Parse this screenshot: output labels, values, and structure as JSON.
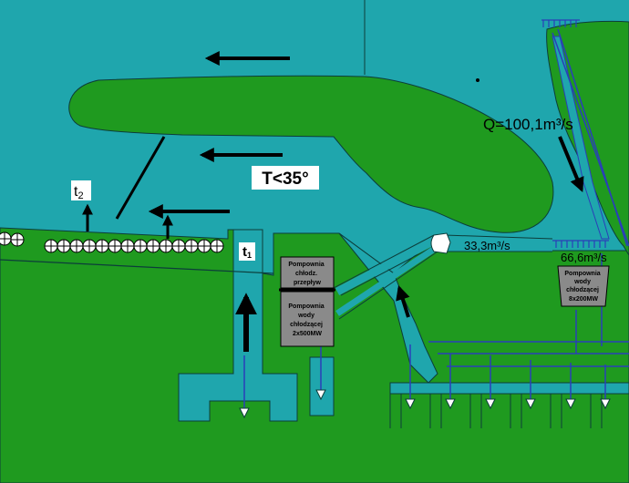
{
  "colors": {
    "water": "#1fa6ad",
    "land": "#1f9a1f",
    "land_dark": "#18881a",
    "outline": "#0c3d3a",
    "pump_box": "#8a8a8a",
    "arrow": "#000000",
    "pipe": "#2a3fb8",
    "label_bg": "#ffffff"
  },
  "labels": {
    "temperature": "T<35°",
    "flow_total": "Q=100,1m³/s",
    "flow_left": "33,3m³/s",
    "flow_right": "66,6m³/s",
    "t1_main": "t",
    "t1_sub": "1",
    "t2_main": "t",
    "t2_sub": "2"
  },
  "pump_left_top": {
    "line1": "Pompownia",
    "line2": "chłodz.",
    "line3": "przepływ"
  },
  "pump_left_main": {
    "line1": "Pompownia",
    "line2": "wody",
    "line3": "chłodzącej",
    "line4": "2x500MW"
  },
  "pump_right": {
    "line1": "Pompownia",
    "line2": "wody",
    "line3": "chłodzącej",
    "line4": "8x200MW"
  },
  "icons": {
    "flow_arrow": "flow-arrow-icon",
    "outlet_marker": "outlet-triangle-icon",
    "diffuser": "diffuser-icon",
    "intake_grate": "intake-grate-icon"
  }
}
